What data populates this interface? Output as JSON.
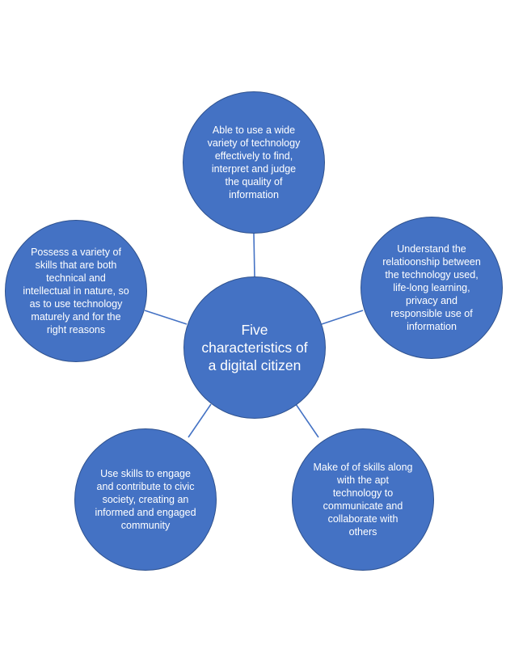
{
  "diagram": {
    "center": "Five characteristics of a digital citizen",
    "nodes": [
      "Able to use a  wide variety of technology effectively to find, interpret and judge the quality of information",
      "Understand the relatioonship between the technology used, life-long learning, privacy and responsible use of information",
      "Make of of skills along with the apt technology to communicate  and collaborate with others",
      "Use skills to engage and contribute to civic society, creating an informed and engaged community",
      "Possess a variety of skills that are both technical and intellectual in nature, so as to use technology maturely and for the right reasons"
    ],
    "colors": {
      "fill": "#4472c4",
      "outline": "#2f528f",
      "connector": "#4472c4",
      "text": "#ffffff"
    }
  }
}
